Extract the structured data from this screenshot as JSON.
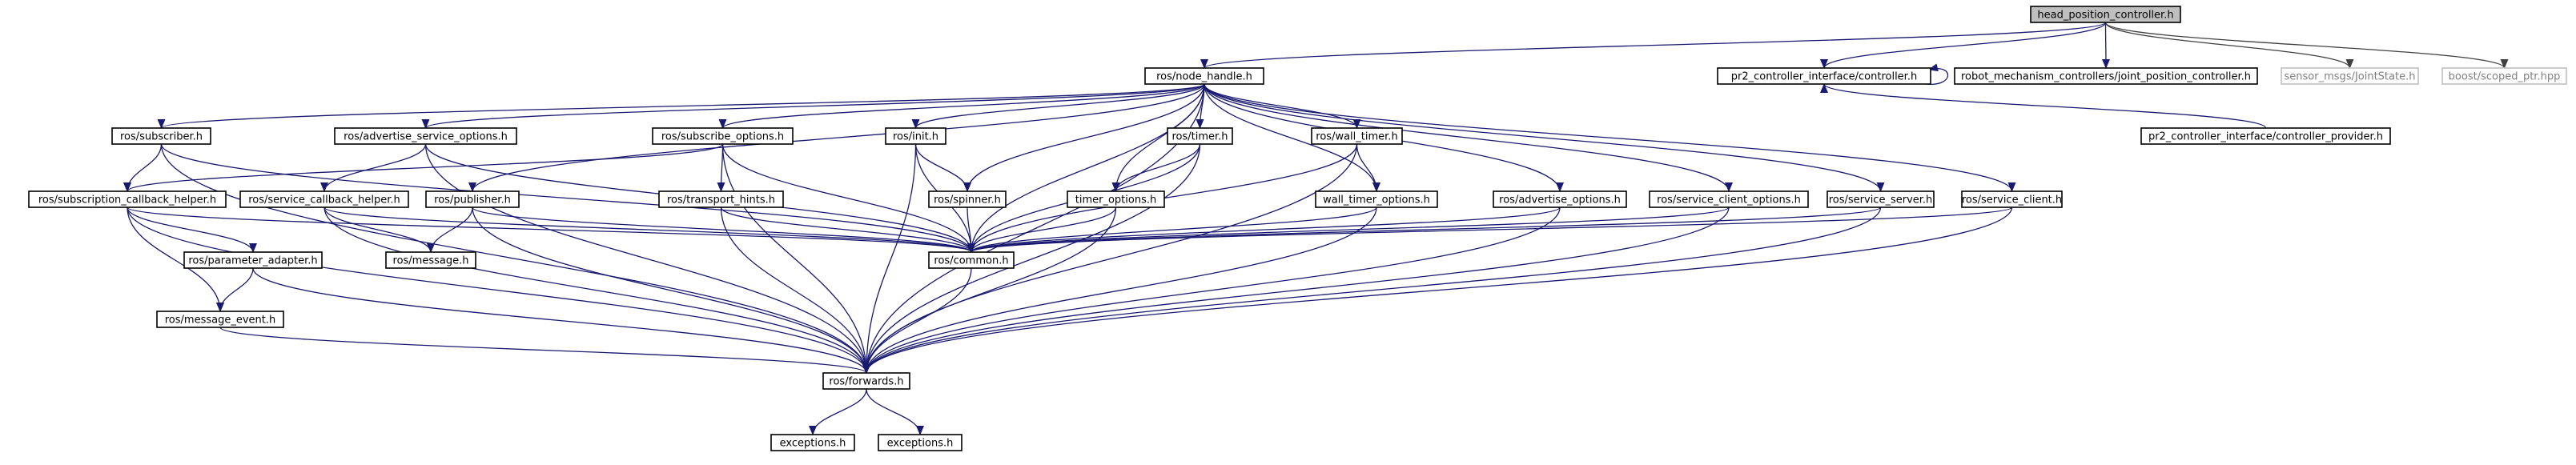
{
  "diagram": {
    "title": "",
    "colors": {
      "edge": "#191970",
      "root_fill": "#bfbfbf",
      "external_border": "#bfbfbf",
      "external_text": "#7f7f7f"
    },
    "nodes": [
      {
        "id": "head_position_controller",
        "label": "head_position_controller.h",
        "style": "root"
      },
      {
        "id": "node_handle",
        "label": "ros/node_handle.h"
      },
      {
        "id": "pr2_controller",
        "label": "pr2_controller_interface/controller.h"
      },
      {
        "id": "robot_mechanism",
        "label": "robot_mechanism_controllers/joint_position_controller.h"
      },
      {
        "id": "sensor_msgs",
        "label": "sensor_msgs/JointState.h",
        "style": "external"
      },
      {
        "id": "boost_scoped",
        "label": "boost/scoped_ptr.hpp",
        "style": "external"
      },
      {
        "id": "controller_provider",
        "label": "pr2_controller_interface/controller_provider.h"
      },
      {
        "id": "subscriber",
        "label": "ros/subscriber.h"
      },
      {
        "id": "advertise_service_options",
        "label": "ros/advertise_service_options.h"
      },
      {
        "id": "subscribe_options",
        "label": "ros/subscribe_options.h"
      },
      {
        "id": "init",
        "label": "ros/init.h"
      },
      {
        "id": "timer",
        "label": "ros/timer.h"
      },
      {
        "id": "wall_timer",
        "label": "ros/wall_timer.h"
      },
      {
        "id": "subscription_callback_helper",
        "label": "ros/subscription_callback_helper.h"
      },
      {
        "id": "service_callback_helper",
        "label": "ros/service_callback_helper.h"
      },
      {
        "id": "publisher",
        "label": "ros/publisher.h"
      },
      {
        "id": "transport_hints",
        "label": "ros/transport_hints.h"
      },
      {
        "id": "spinner",
        "label": "ros/spinner.h"
      },
      {
        "id": "timer_options",
        "label": "timer_options.h"
      },
      {
        "id": "wall_timer_options",
        "label": "wall_timer_options.h"
      },
      {
        "id": "advertise_options",
        "label": "ros/advertise_options.h"
      },
      {
        "id": "service_client_options",
        "label": "ros/service_client_options.h"
      },
      {
        "id": "service_server",
        "label": "ros/service_server.h"
      },
      {
        "id": "service_client",
        "label": "ros/service_client.h"
      },
      {
        "id": "parameter_adapter",
        "label": "ros/parameter_adapter.h"
      },
      {
        "id": "message",
        "label": "ros/message.h"
      },
      {
        "id": "common",
        "label": "ros/common.h"
      },
      {
        "id": "message_event",
        "label": "ros/message_event.h"
      },
      {
        "id": "forwards",
        "label": "ros/forwards.h"
      },
      {
        "id": "exceptions_a",
        "label": "exceptions.h"
      },
      {
        "id": "exceptions_b",
        "label": "exceptions.h"
      }
    ],
    "edges": [
      [
        "head_position_controller",
        "node_handle"
      ],
      [
        "head_position_controller",
        "pr2_controller"
      ],
      [
        "head_position_controller",
        "robot_mechanism"
      ],
      [
        "head_position_controller",
        "sensor_msgs"
      ],
      [
        "head_position_controller",
        "boost_scoped"
      ],
      [
        "pr2_controller",
        "pr2_controller"
      ],
      [
        "controller_provider",
        "pr2_controller"
      ],
      [
        "node_handle",
        "subscriber"
      ],
      [
        "node_handle",
        "advertise_service_options"
      ],
      [
        "node_handle",
        "subscribe_options"
      ],
      [
        "node_handle",
        "init"
      ],
      [
        "node_handle",
        "timer"
      ],
      [
        "node_handle",
        "wall_timer"
      ],
      [
        "node_handle",
        "publisher"
      ],
      [
        "node_handle",
        "spinner"
      ],
      [
        "node_handle",
        "timer_options"
      ],
      [
        "node_handle",
        "wall_timer_options"
      ],
      [
        "node_handle",
        "advertise_options"
      ],
      [
        "node_handle",
        "service_client_options"
      ],
      [
        "node_handle",
        "service_server"
      ],
      [
        "node_handle",
        "service_client"
      ],
      [
        "node_handle",
        "common"
      ],
      [
        "node_handle",
        "forwards"
      ],
      [
        "subscriber",
        "subscription_callback_helper"
      ],
      [
        "subscriber",
        "common"
      ],
      [
        "subscriber",
        "forwards"
      ],
      [
        "advertise_service_options",
        "service_callback_helper"
      ],
      [
        "advertise_service_options",
        "common"
      ],
      [
        "advertise_service_options",
        "forwards"
      ],
      [
        "subscribe_options",
        "subscription_callback_helper"
      ],
      [
        "subscribe_options",
        "transport_hints"
      ],
      [
        "subscribe_options",
        "common"
      ],
      [
        "subscribe_options",
        "forwards"
      ],
      [
        "init",
        "spinner"
      ],
      [
        "init",
        "common"
      ],
      [
        "init",
        "forwards"
      ],
      [
        "timer",
        "timer_options"
      ],
      [
        "timer",
        "common"
      ],
      [
        "timer",
        "forwards"
      ],
      [
        "wall_timer",
        "wall_timer_options"
      ],
      [
        "wall_timer",
        "common"
      ],
      [
        "wall_timer",
        "forwards"
      ],
      [
        "subscription_callback_helper",
        "parameter_adapter"
      ],
      [
        "subscription_callback_helper",
        "message_event"
      ],
      [
        "subscription_callback_helper",
        "common"
      ],
      [
        "subscription_callback_helper",
        "forwards"
      ],
      [
        "service_callback_helper",
        "message"
      ],
      [
        "service_callback_helper",
        "common"
      ],
      [
        "service_callback_helper",
        "forwards"
      ],
      [
        "publisher",
        "message"
      ],
      [
        "publisher",
        "common"
      ],
      [
        "publisher",
        "forwards"
      ],
      [
        "transport_hints",
        "common"
      ],
      [
        "transport_hints",
        "forwards"
      ],
      [
        "spinner",
        "common"
      ],
      [
        "timer_options",
        "common"
      ],
      [
        "timer_options",
        "forwards"
      ],
      [
        "wall_timer_options",
        "common"
      ],
      [
        "wall_timer_options",
        "forwards"
      ],
      [
        "advertise_options",
        "common"
      ],
      [
        "advertise_options",
        "forwards"
      ],
      [
        "service_client_options",
        "common"
      ],
      [
        "service_client_options",
        "forwards"
      ],
      [
        "service_server",
        "common"
      ],
      [
        "service_server",
        "forwards"
      ],
      [
        "service_client",
        "common"
      ],
      [
        "service_client",
        "forwards"
      ],
      [
        "parameter_adapter",
        "message_event"
      ],
      [
        "parameter_adapter",
        "forwards"
      ],
      [
        "message_event",
        "forwards"
      ],
      [
        "common",
        "forwards"
      ],
      [
        "forwards",
        "exceptions_a"
      ],
      [
        "forwards",
        "exceptions_b"
      ]
    ]
  }
}
